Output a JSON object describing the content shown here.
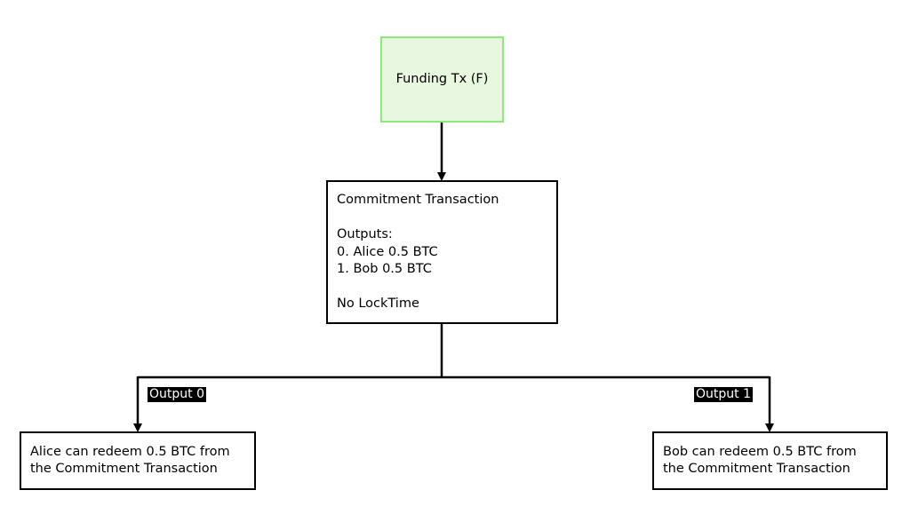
{
  "nodes": {
    "funding": {
      "label": "Funding Tx (F)"
    },
    "commitment": {
      "title": "Commitment Transaction",
      "outputs_heading": "Outputs:",
      "outputs": [
        "0. Alice 0.5 BTC",
        "1. Bob 0.5 BTC"
      ],
      "locktime": "No LockTime"
    },
    "alice_redeem": {
      "lines": [
        "Alice can redeem 0.5 BTC from",
        "the Commitment Transaction"
      ]
    },
    "bob_redeem": {
      "lines": [
        "Bob can redeem 0.5 BTC from",
        "the Commitment Transaction"
      ]
    }
  },
  "edges": {
    "output_0_label": "Output 0",
    "output_1_label": "Output 1"
  },
  "colors": {
    "funding_fill": "#e8f7e0",
    "funding_border": "#8ee87a",
    "line": "#000000",
    "tag_background": "#000000",
    "tag_text": "#ffffff"
  }
}
